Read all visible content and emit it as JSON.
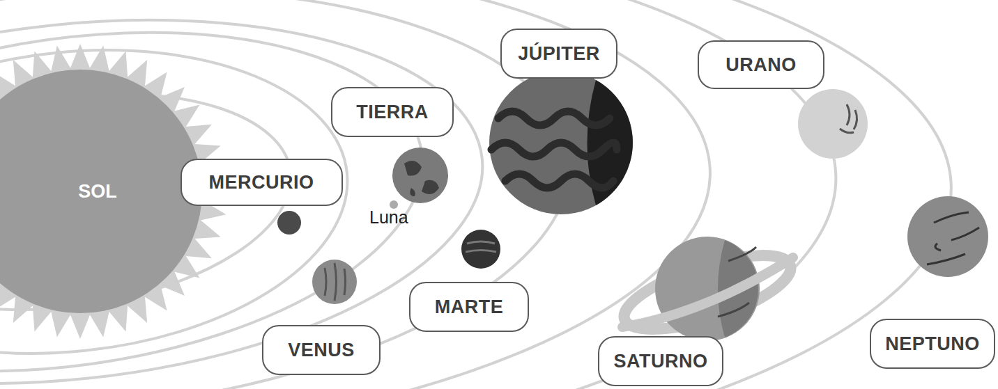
{
  "diagram": {
    "nodes": [
      {
        "text": [
          "SOL"
        ]
      },
      {
        "text": [
          "MERCURIO"
        ]
      },
      {
        "text": [
          "VENUS"
        ]
      },
      {
        "text": [
          "TIERRA"
        ]
      },
      {
        "text": [
          "MARTE"
        ]
      },
      {
        "text": [
          "JÚPITER"
        ]
      },
      {
        "text": [
          "SATURNO"
        ]
      },
      {
        "text": [
          "URANO"
        ]
      },
      {
        "text": [
          "NEPTUNO"
        ]
      }
    ],
    "labels": [
      "Luna"
    ]
  }
}
